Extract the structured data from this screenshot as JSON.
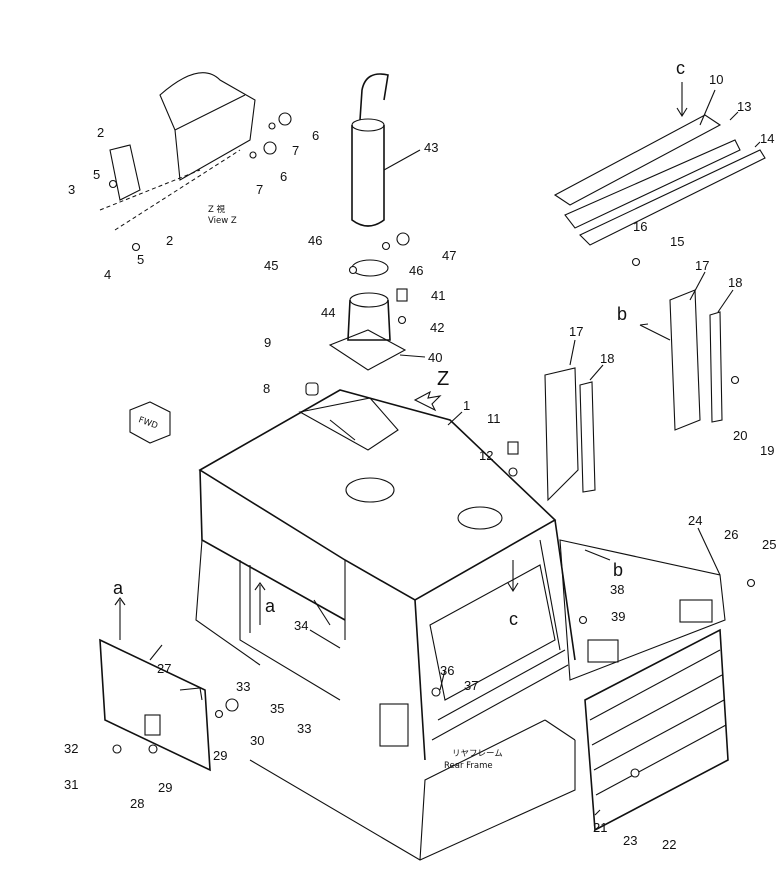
{
  "callouts": [
    "1",
    "2",
    "2",
    "3",
    "4",
    "5",
    "5",
    "6",
    "6",
    "7",
    "7",
    "8",
    "9",
    "10",
    "11",
    "12",
    "13",
    "14",
    "15",
    "16",
    "17",
    "17",
    "18",
    "18",
    "19",
    "20",
    "21",
    "22",
    "23",
    "24",
    "25",
    "26",
    "27",
    "28",
    "29",
    "29",
    "30",
    "31",
    "32",
    "33",
    "33",
    "34",
    "35",
    "36",
    "37",
    "38",
    "39",
    "40",
    "41",
    "42",
    "43",
    "44",
    "45",
    "46",
    "46",
    "47"
  ],
  "view_letters": [
    "a",
    "a",
    "b",
    "b",
    "c",
    "c",
    "Z"
  ],
  "labels": {
    "view_z_jp": "Z 視",
    "view_z_en": "View Z",
    "fwd": "FWD",
    "rear_frame_jp": "リヤフレーム",
    "rear_frame_en": "Rear Frame"
  }
}
